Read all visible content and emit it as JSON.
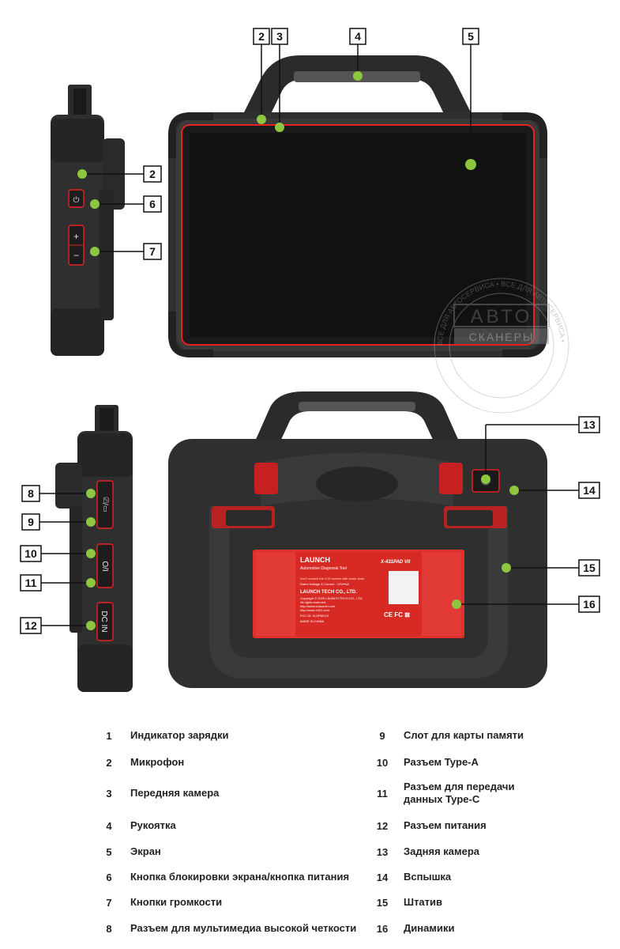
{
  "callouts": [
    {
      "n": "1",
      "label": "Индикатор зарядки"
    },
    {
      "n": "2",
      "label": "Микрофон"
    },
    {
      "n": "3",
      "label": "Передняя камера"
    },
    {
      "n": "4",
      "label": "Рукоятка"
    },
    {
      "n": "5",
      "label": "Экран"
    },
    {
      "n": "6",
      "label": "Кнопка блокировки экрана/кнопка питания"
    },
    {
      "n": "7",
      "label": "Кнопки громкости"
    },
    {
      "n": "8",
      "label": "Разъем для мультимедиа высокой четкости"
    },
    {
      "n": "9",
      "label": "Слот для карты памяти"
    },
    {
      "n": "10",
      "label": "Разъем Type-A"
    },
    {
      "n": "11",
      "label": "Разъем для передачи данных Type-C"
    },
    {
      "n": "12",
      "label": "Разъем питания"
    },
    {
      "n": "13",
      "label": "Задняя камера"
    },
    {
      "n": "14",
      "label": "Вспышка"
    },
    {
      "n": "15",
      "label": "Штатив"
    },
    {
      "n": "16",
      "label": "Динамики"
    }
  ],
  "diagram_labels": {
    "c2a": "2",
    "c3": "3",
    "c4": "4",
    "c5": "5",
    "c2b": "2",
    "c6": "6",
    "c7": "7",
    "c8": "8",
    "c9": "9",
    "c10": "10",
    "c11": "11",
    "c12": "12",
    "c13": "13",
    "c14": "14",
    "c15": "15",
    "c16": "16"
  },
  "device": {
    "power_button": "⏻",
    "vol_plus": "+",
    "vol_minus": "−",
    "port_oi": "O/I",
    "port_dcin": "DC IN",
    "port_hdmi": "⎚/▭"
  },
  "back_label": {
    "brand": "LAUNCH",
    "subtitle": "Automotive Diagnosis Tool",
    "model": "X-431PAD VII",
    "warning": "Don't scratch the LCD screen with sharp tools",
    "rating": "Rated Voltage & Current : 12V⎓4A",
    "company": "LAUNCH TECH CO., LTD.",
    "copyright": "Copyright © 2020 LAUNCH TECH CO., LTD.",
    "rights": "All rights reserved.",
    "site1": "http://www.cnlaunch.com",
    "site2": "http://www.x431.com",
    "fcc": "FCC ID: XUJPADVII",
    "made": "MADE IN CHINA",
    "marks": "CE FC ⊠"
  },
  "watermark": {
    "line1": "АВТО",
    "line2": "СКАНЕРЫ",
    "ring": "ВСЕ ДЛЯ АВТОСЕРВИСА • ВСЕ ДЛЯ АВТОСЕРВИСА •"
  },
  "colors": {
    "accent": "#e52220",
    "dot": "#8dc63f",
    "body": "#2b2b2b",
    "screen": "#111111"
  }
}
